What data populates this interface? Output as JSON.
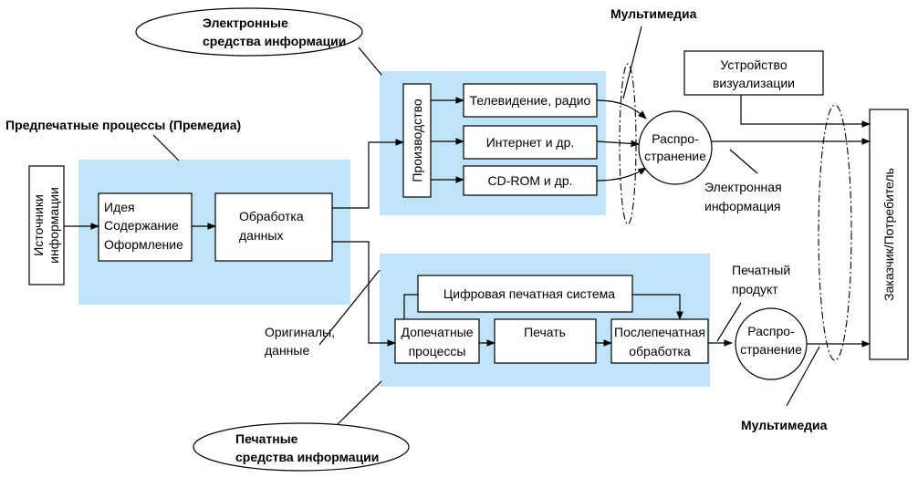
{
  "labels": {
    "electronic_media": [
      "Электронные",
      "средства информации"
    ],
    "print_media": [
      "Печатные",
      "средства информации"
    ],
    "multimedia_top": "Мультимедиа",
    "multimedia_bottom": "Мультимедиа",
    "prepress_processes": "Предпечатные процессы (Премедиа)",
    "originals_data": [
      "Оригиналы,",
      "данные"
    ],
    "electronic_information": [
      "Электронная",
      "информация"
    ],
    "printed_product": [
      "Печатный",
      "продукт"
    ]
  },
  "boxes": {
    "info_sources": [
      "Источники",
      "информации"
    ],
    "idea": [
      "Идея",
      "Содержание",
      "Оформление"
    ],
    "data_processing": [
      "Обработка",
      "данных"
    ],
    "production": "Производство",
    "tv_radio": "Телевидение, радио",
    "internet": "Интернет и др.",
    "cdrom": "CD-ROM и др.",
    "visualization": [
      "Устройство",
      "визуализации"
    ],
    "customer": "Заказчик/Потребитель",
    "digital_print_system": "Цифровая печатная система",
    "prepress": [
      "Допечатные",
      "процессы"
    ],
    "print": "Печать",
    "postpress": [
      "Послепечатная",
      "обработка"
    ]
  },
  "circles": {
    "distribution_top": [
      "Распро-",
      "странение"
    ],
    "distribution_bottom": [
      "Распро-",
      "странение"
    ]
  },
  "colors": {
    "panel": "#bfe4f8",
    "line": "#000000"
  }
}
